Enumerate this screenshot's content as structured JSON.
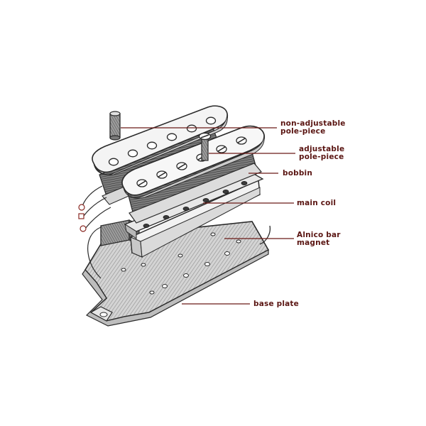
{
  "colors": {
    "label_text": "#5a1512",
    "leader_line": "#6b1a17",
    "ink": "#2a2a2a",
    "shade": "#9a9a9a",
    "paper": "#ffffff"
  },
  "labels": {
    "non_adjustable_pole_piece": {
      "line1": "non-adjustable",
      "line2": "pole-piece"
    },
    "adjustable_pole_piece": {
      "line1": "adjustable",
      "line2": "pole-piece"
    },
    "bobbin": {
      "line1": "bobbin"
    },
    "main_coil": {
      "line1": "main coil"
    },
    "alnico_bar_magnet": {
      "line1": "Alnico bar",
      "line2": "magnet"
    },
    "base_plate": {
      "line1": "base plate"
    }
  }
}
